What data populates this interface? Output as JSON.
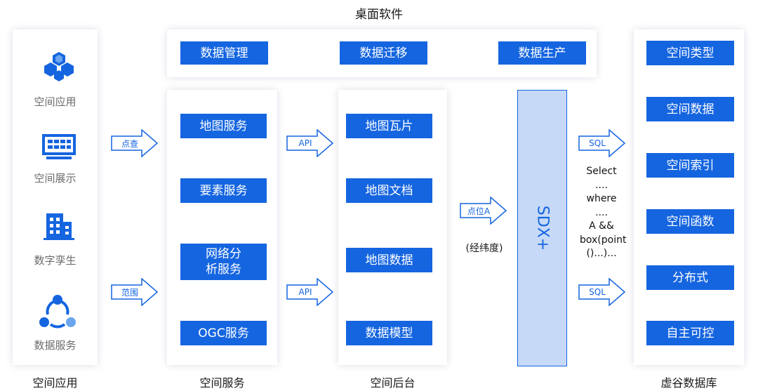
{
  "colors": {
    "primary": "#1565e0",
    "light": "#c6d9f7",
    "icon_light": "#6aa5ee"
  },
  "top_title": "桌面软件",
  "desktop": {
    "items": [
      "数据管理",
      "数据迁移",
      "数据生产"
    ]
  },
  "apps": {
    "items": [
      {
        "icon": "cube-cluster-icon",
        "label": "空间应用"
      },
      {
        "icon": "monitor-grid-icon",
        "label": "空间展示"
      },
      {
        "icon": "building-icon",
        "label": "数字孪生"
      },
      {
        "icon": "network-nodes-icon",
        "label": "数据服务"
      }
    ],
    "caption": "空间应用"
  },
  "arrows": {
    "query": "点查",
    "range": "范围",
    "api_top": "API",
    "api_bottom": "API",
    "point": "点位A",
    "sql_top": "SQL",
    "sql_bottom": "SQL"
  },
  "point_note": "(经纬度)",
  "services": {
    "items": [
      "地图服务",
      "要素服务",
      "网络分析服务",
      "OGC服务"
    ],
    "caption": "空间服务"
  },
  "backend": {
    "items": [
      "地图瓦片",
      "地图文档",
      "地图数据",
      "数据模型"
    ],
    "caption": "空间后台"
  },
  "sdx": "SDX+",
  "sql_text": [
    "Select",
    "....",
    "where",
    "....",
    "A &&",
    "box(point",
    "()...)..."
  ],
  "database": {
    "items": [
      "空间类型",
      "空间数据",
      "空间索引",
      "空间函数",
      "分布式",
      "自主可控"
    ],
    "caption": "虚谷数据库"
  }
}
